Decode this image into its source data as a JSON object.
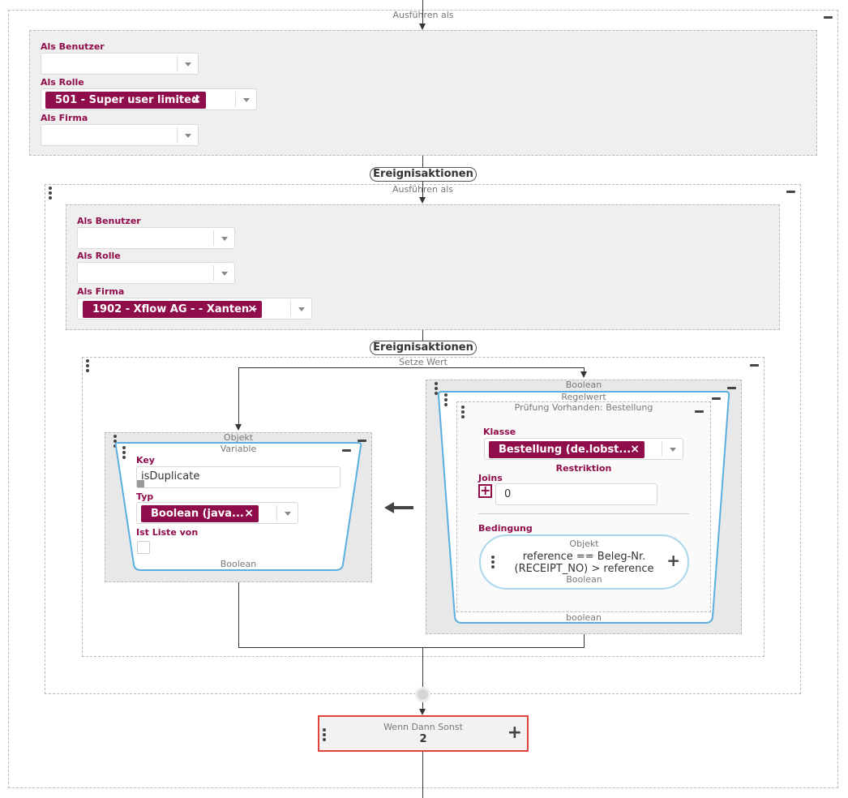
{
  "outer": {
    "title": "Ausführen als",
    "as_user_label": "Als Benutzer",
    "as_role_label": "Als Rolle",
    "as_role_chip": "501 - Super user limited",
    "as_company_label": "Als Firma"
  },
  "event_actions_1": "Ereignisaktionen",
  "inner": {
    "title": "Ausführen als",
    "as_user_label": "Als Benutzer",
    "as_role_label": "Als Rolle",
    "as_company_label": "Als Firma",
    "as_company_chip": "1902 - Xflow AG - - Xanten -"
  },
  "event_actions_2": "Ereignisaktionen",
  "set_value": {
    "title": "Setze Wert",
    "object_panel": {
      "title": "Objekt",
      "variable_title": "Variable",
      "key_label": "Key",
      "key_value": "isDuplicate",
      "type_label": "Typ",
      "type_chip": "Boolean (java...",
      "is_list_label": "Ist Liste von",
      "footer": "Boolean"
    },
    "boolean_panel": {
      "title": "Boolean",
      "rule_value_title": "Regelwert",
      "check_title": "Prüfung Vorhanden: Bestellung",
      "class_label": "Klasse",
      "class_chip": "Bestellung (de.lobst...",
      "restriction_label": "Restriktion",
      "joins_label": "Joins",
      "joins_value": "0",
      "condition_label": "Bedingung",
      "condition_object_title": "Objekt",
      "condition_text_line1": "reference == Beleg-Nr.",
      "condition_text_line2": "(RECEIPT_NO) > reference",
      "condition_footer": "Boolean",
      "footer": "boolean"
    }
  },
  "if_then_else": {
    "title": "Wenn Dann Sonst",
    "count": "2"
  },
  "icons": {
    "remove": "×",
    "plus": "+",
    "assign_arrow": "⟵"
  },
  "colors": {
    "accent": "#8f0d4a",
    "blue_frame": "#5aafe0",
    "red_frame": "#e0443c"
  }
}
